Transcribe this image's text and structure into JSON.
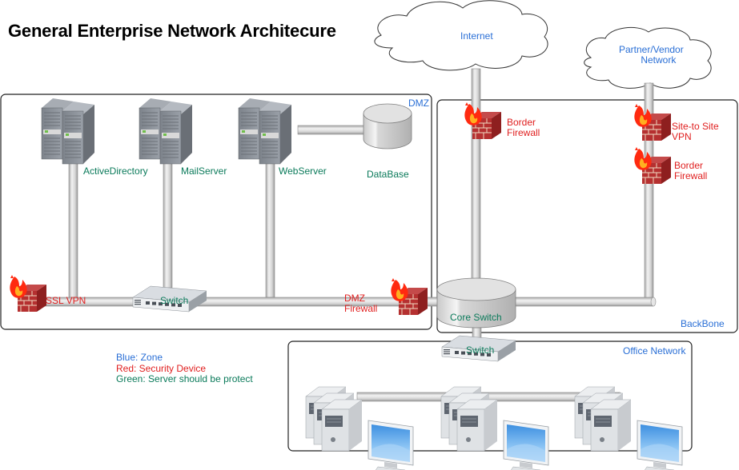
{
  "title": "General Enterprise Network Architecure",
  "colors": {
    "zone": "#2a6fd6",
    "security": "#e02020",
    "server": "#0a7a5a",
    "pipe": "#dcdcdc",
    "border": "#222222"
  },
  "clouds": {
    "internet": "Internet",
    "partner_line1": "Partner/Vendor",
    "partner_line2": "Network"
  },
  "zones": {
    "dmz": "DMZ",
    "backbone": "BackBone",
    "office": "Office Network"
  },
  "servers": {
    "active_directory": "ActiveDirectory",
    "mail": "MailServer",
    "web": "WebServer",
    "database": "DataBase"
  },
  "security_devices": {
    "ssl_vpn": "SSL VPN",
    "dmz_firewall_line1": "DMZ",
    "dmz_firewall_line2": "Firewall",
    "border_firewall_1_line1": "Border",
    "border_firewall_1_line2": "Firewall",
    "site_vpn_line1": "Site-to Site",
    "site_vpn_line2": "VPN",
    "border_firewall_2_line1": "Border",
    "border_firewall_2_line2": "Firewall"
  },
  "switches": {
    "dmz_switch": "Switch",
    "core_switch": "Core Switch",
    "office_switch": "Switch"
  },
  "legend": {
    "blue": "Blue: Zone",
    "red": "Red: Security Device",
    "green": "Green: Server should be protect"
  }
}
